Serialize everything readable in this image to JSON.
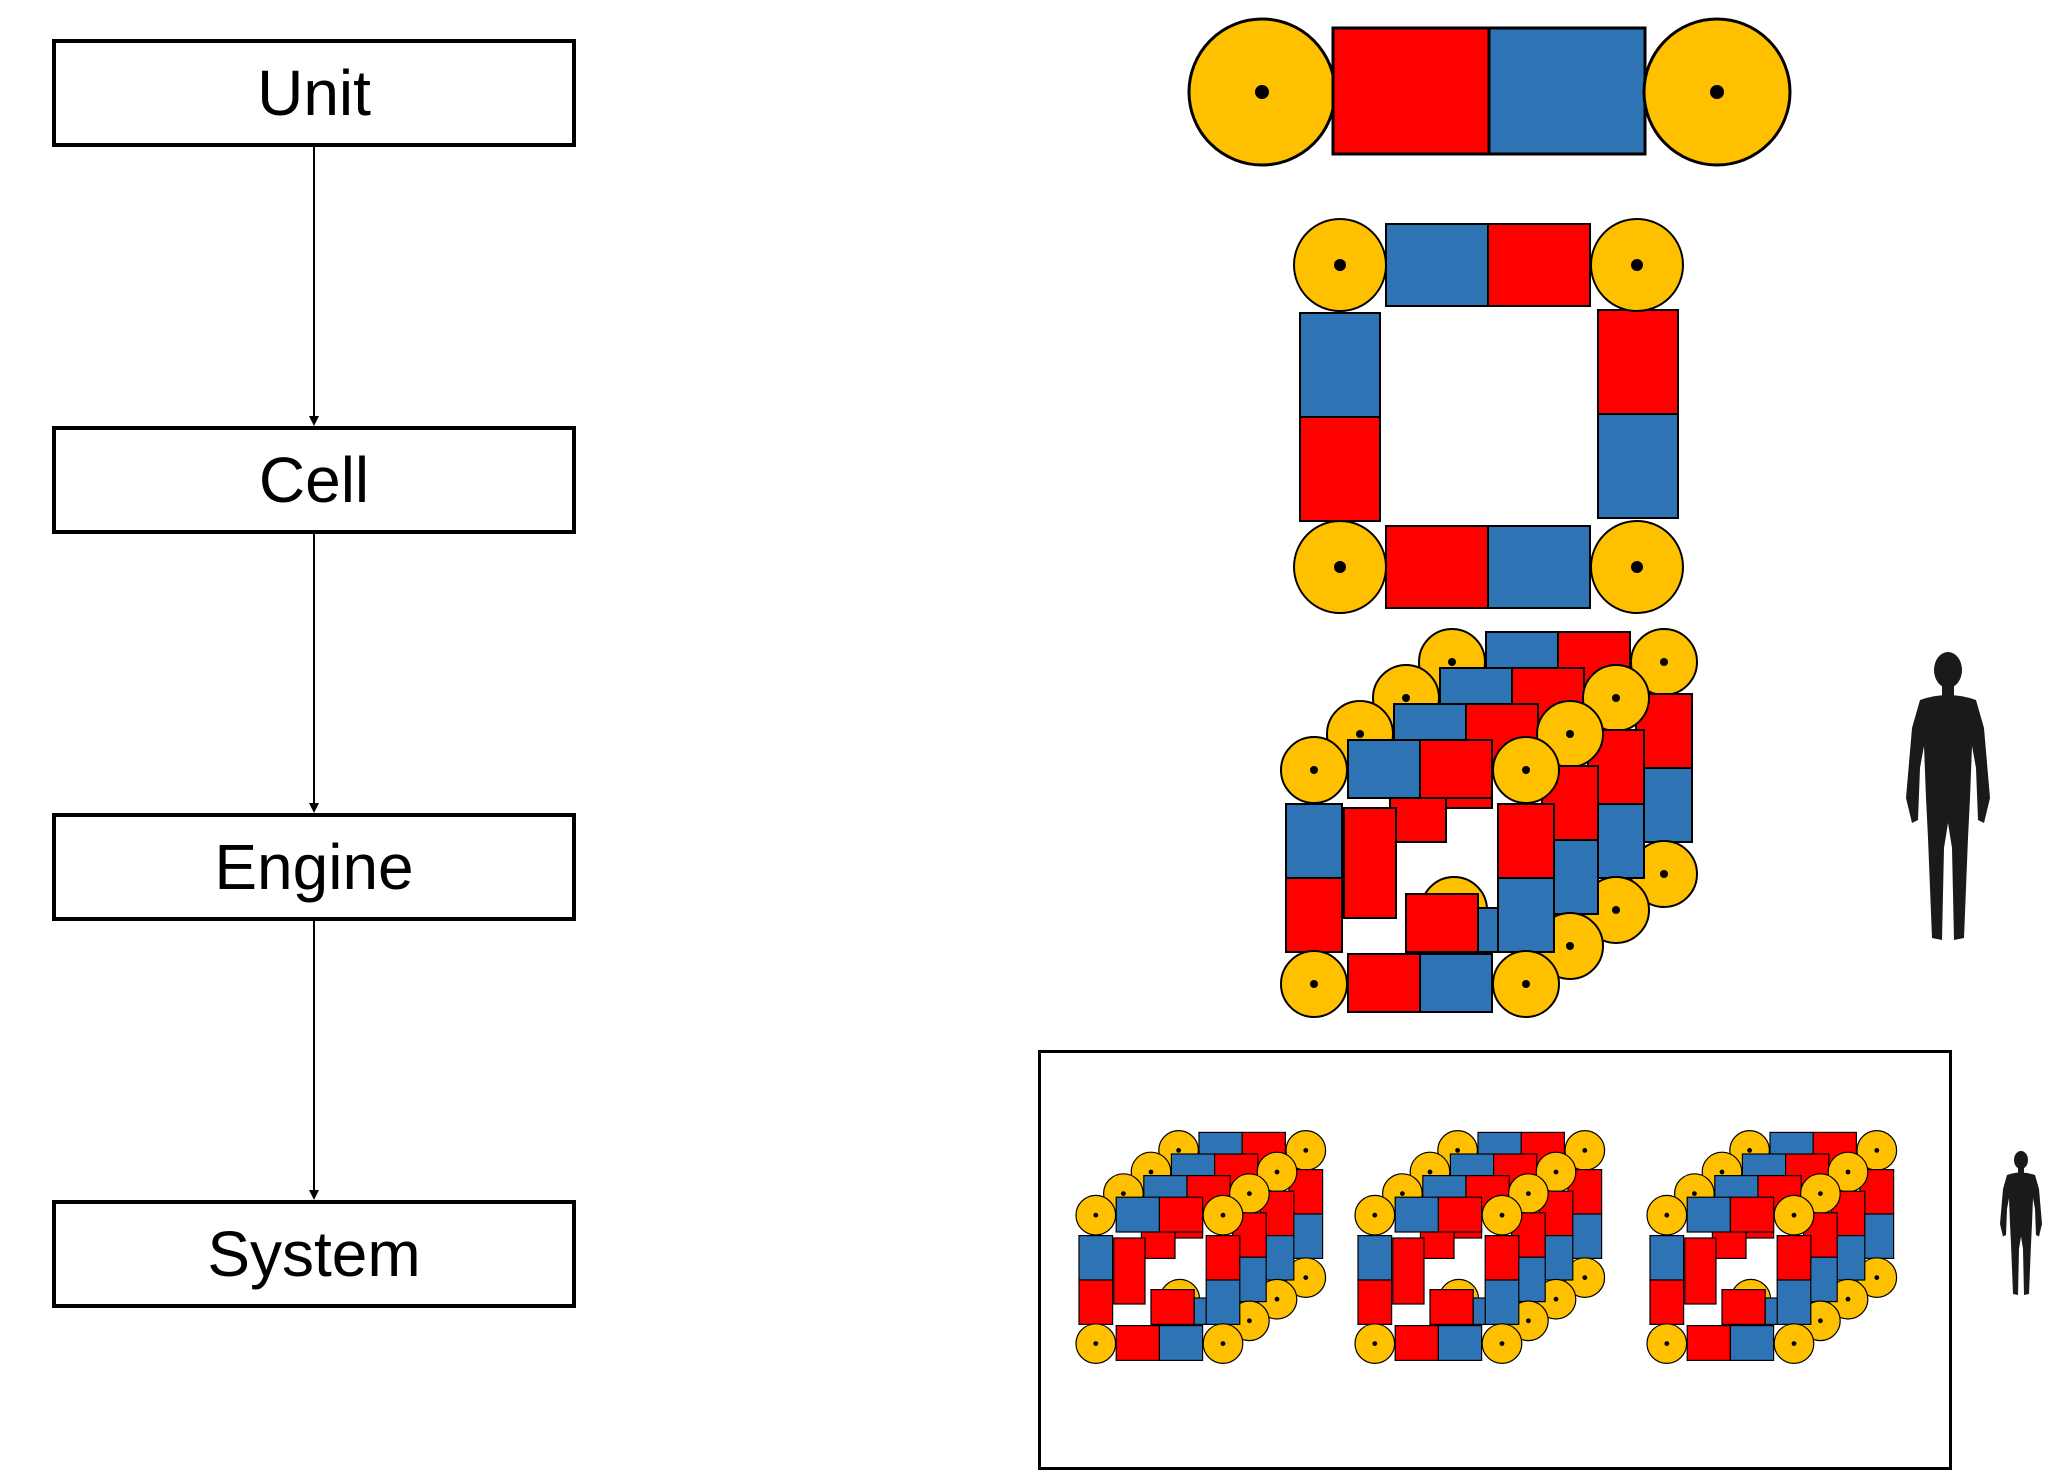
{
  "flowchart": {
    "levels": [
      {
        "label": "Unit"
      },
      {
        "label": "Cell"
      },
      {
        "label": "Engine"
      },
      {
        "label": "System"
      }
    ]
  },
  "colors": {
    "red": "#ff0000",
    "blue": "#2e74b5",
    "gold": "#ffc000",
    "outline": "#000000",
    "human": "#1a1a1a"
  },
  "icons": {
    "roller": "gold-roller-icon",
    "magnet_red": "red-block-icon",
    "magnet_blue": "blue-block-icon",
    "scale_figure": "human-silhouette-icon"
  }
}
